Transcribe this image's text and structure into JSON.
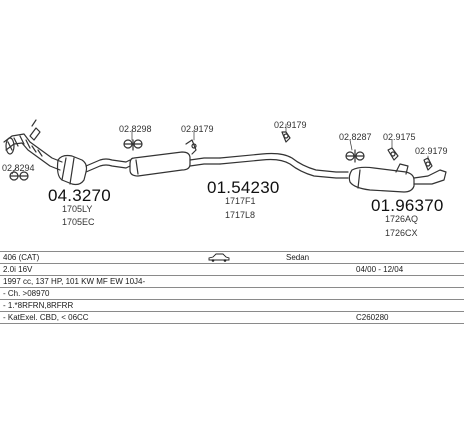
{
  "diagram": {
    "codes": {
      "c1": "02.8294",
      "c2": "02.8298",
      "c3": "02.9179",
      "c4": "02.9179",
      "c5": "02.8287",
      "c6": "02.9175",
      "c7": "02.9179"
    },
    "parts": {
      "p1": {
        "number": "04.3270",
        "refs": [
          "1705LY",
          "1705EC"
        ]
      },
      "p2": {
        "number": "01.54230",
        "refs": [
          "1717F1",
          "1717L8"
        ]
      },
      "p3": {
        "number": "01.96370",
        "refs": [
          "1726AQ",
          "1726CX"
        ]
      }
    }
  },
  "vehicle": {
    "model": "406 (CAT)",
    "body": "Sedan",
    "engine": "2.0i 16V",
    "period": "04/00 - 12/04",
    "specs": "1997 cc, 137 HP, 101 KW MF EW 10J4-",
    "chassis": "- Ch. >08970",
    "codes": "- 1.*8RFRN,8RFRR",
    "catalyst": "- KatExel. CBD, < 06CC",
    "catalogue": "C260280"
  },
  "colors": {
    "line": "#333333",
    "table_border": "#8a8a8a"
  }
}
